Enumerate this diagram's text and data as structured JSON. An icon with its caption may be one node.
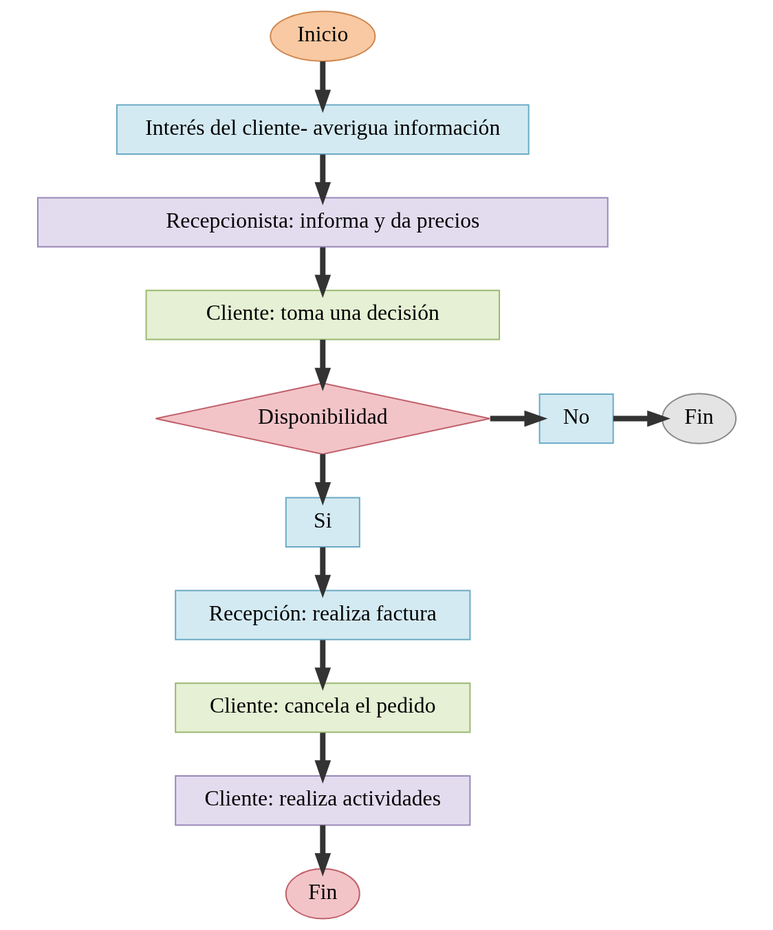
{
  "diagram": {
    "nodes": [
      {
        "text": [
          "Inicio"
        ]
      },
      {
        "text": [
          "Interés del cliente- averigua información"
        ]
      },
      {
        "text": [
          "Recepcionista: informa y da precios"
        ]
      },
      {
        "text": [
          "Cliente: toma una decisión"
        ]
      },
      {
        "text": [
          "Disponibilidad"
        ]
      },
      {
        "text": [
          "No"
        ]
      },
      {
        "text": [
          "Fin"
        ]
      },
      {
        "text": [
          "Si"
        ]
      },
      {
        "text": [
          "Recepción: realiza factura"
        ]
      },
      {
        "text": [
          "Cliente: cancela el pedido"
        ]
      },
      {
        "text": [
          "Cliente: realiza actividades"
        ]
      },
      {
        "text": [
          "Fin"
        ]
      }
    ],
    "edges": [
      {
        "from": 0,
        "to": 1,
        "arrow": "to"
      },
      {
        "from": 1,
        "to": 2,
        "arrow": "to"
      },
      {
        "from": 2,
        "to": 3,
        "arrow": "to"
      },
      {
        "from": 3,
        "to": 4,
        "arrow": "to"
      },
      {
        "from": 4,
        "to": 5,
        "arrow": "to"
      },
      {
        "from": 5,
        "to": 6,
        "arrow": "to"
      },
      {
        "from": 4,
        "to": 7,
        "arrow": "to"
      },
      {
        "from": 7,
        "to": 8,
        "arrow": "to"
      },
      {
        "from": 8,
        "to": 9,
        "arrow": "to"
      },
      {
        "from": 9,
        "to": 10,
        "arrow": "to"
      },
      {
        "from": 10,
        "to": 11,
        "arrow": "to"
      }
    ]
  }
}
